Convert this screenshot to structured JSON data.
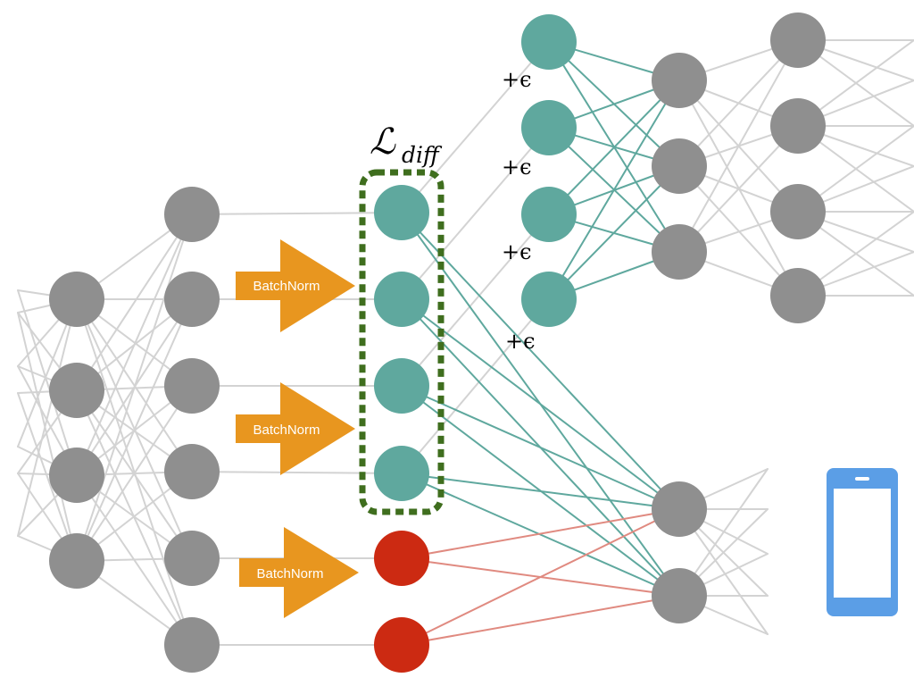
{
  "labels": {
    "batchnorm": "BatchNorm",
    "epsilon": "+ϵ",
    "loss_symbol": "ℒ",
    "loss_subscript": "diff"
  },
  "colors": {
    "gray_node": "#8f8f8f",
    "teal_node": "#5fa89e",
    "red_node": "#cc2a12",
    "gray_edge": "#d3d3d3",
    "teal_edge": "#5fa89e",
    "red_edge": "#e08a80",
    "arrow": "#e8961f",
    "dashed_box": "#3f6e1e",
    "phone": "#5b9ee6"
  },
  "icons": [
    "phone-icon"
  ]
}
